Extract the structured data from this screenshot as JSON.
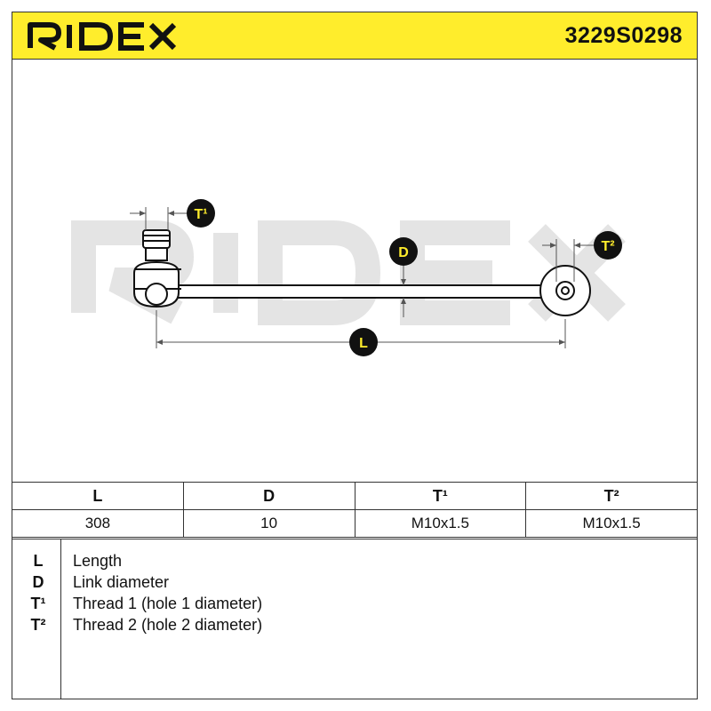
{
  "header": {
    "brand": "RIDEX",
    "part_number": "3229S0298",
    "brand_color": "#FFED2C"
  },
  "drawing": {
    "watermark": "RIDEX",
    "label_L": "L",
    "label_D": "D",
    "label_T1": "T¹",
    "label_T2": "T²"
  },
  "specs": {
    "headers": [
      "L",
      "D",
      "T¹",
      "T²"
    ],
    "values": [
      "308",
      "10",
      "M10x1.5",
      "M10x1.5"
    ]
  },
  "legend": [
    {
      "key": "L",
      "text": "Length"
    },
    {
      "key": "D",
      "text": "Link diameter"
    },
    {
      "key": "T¹",
      "text": "Thread 1 (hole 1 diameter)"
    },
    {
      "key": "T²",
      "text": "Thread 2 (hole 2 diameter)"
    }
  ]
}
